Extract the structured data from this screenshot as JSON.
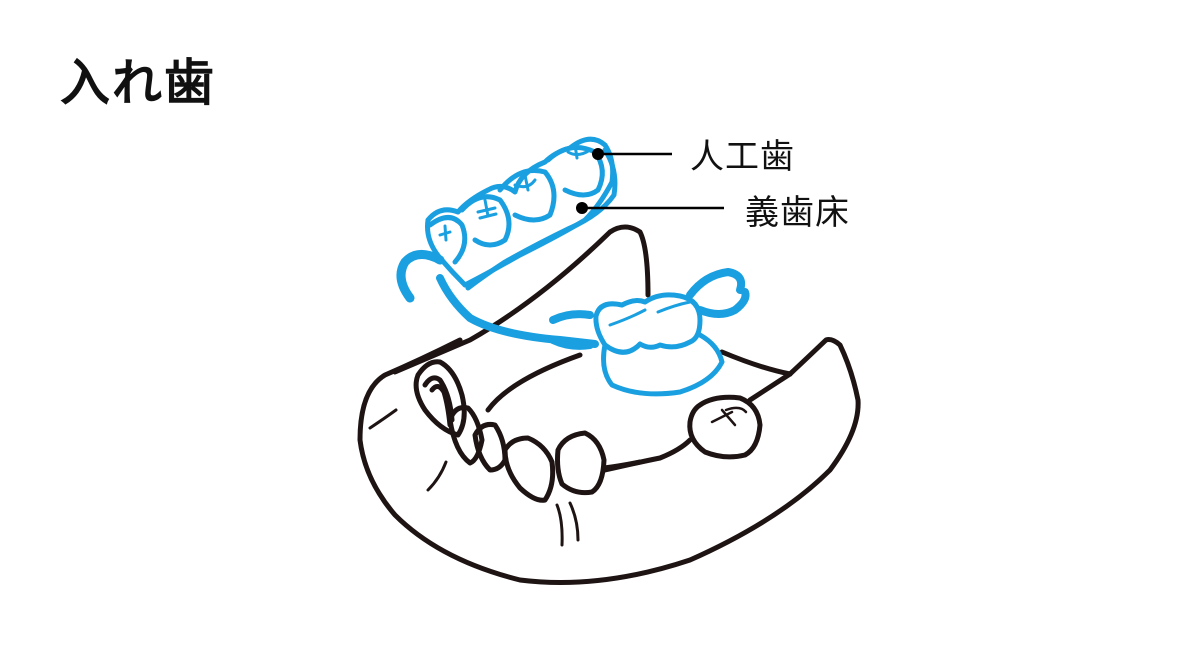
{
  "title": "入れ歯",
  "labels": {
    "artificial_tooth": "人工歯",
    "denture_base": "義歯床"
  },
  "colors": {
    "denture_stroke": "#1aa0e0",
    "jaw_stroke": "#1e1414",
    "leader": "#000000",
    "background": "#ffffff"
  }
}
